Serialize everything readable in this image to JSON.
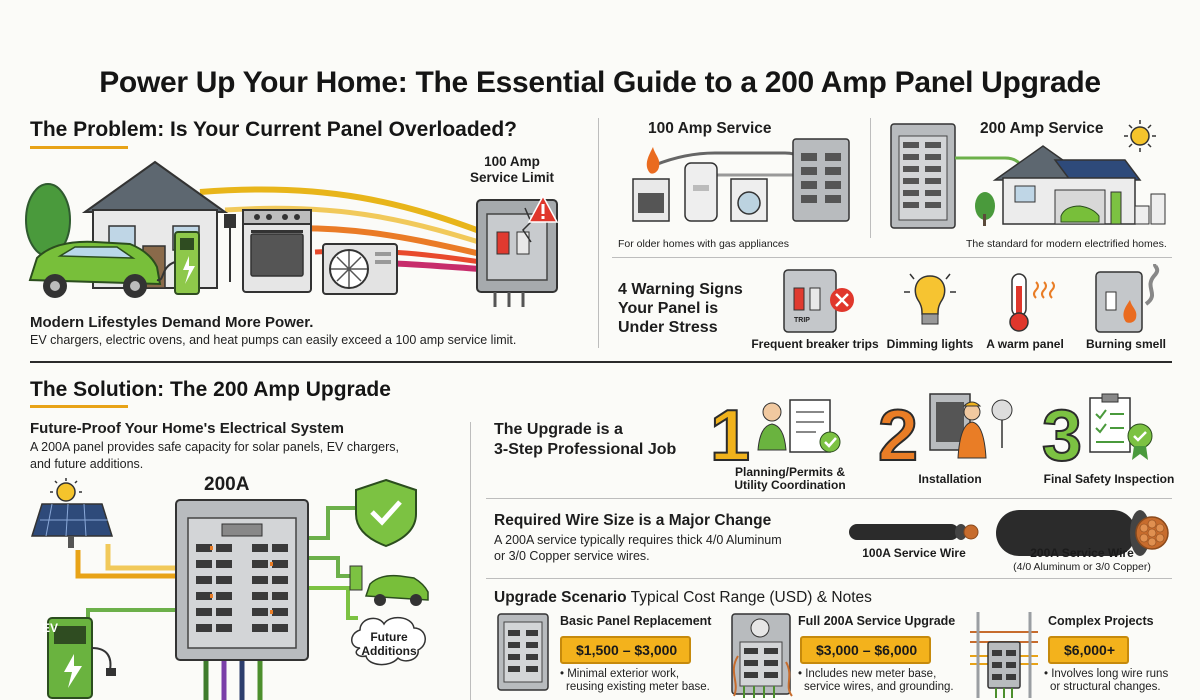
{
  "title": "Power Up Your Home: The Essential Guide to a 200 Amp Panel Upgrade",
  "problem": {
    "heading": "The Problem: Is Your Current Panel Overloaded?",
    "limit_label_line1": "100 Amp",
    "limit_label_line2": "Service Limit",
    "subheading": "Modern Lifestyles Demand More Power.",
    "body": "EV chargers, electric ovens, and heat pumps can easily exceed a 100 amp service limit."
  },
  "comparison": {
    "left_title": "100 Amp Service",
    "left_caption": "For older homes with gas appliances",
    "right_title": "200 Amp Service",
    "right_caption": "The standard for modern electrified homes."
  },
  "warnings": {
    "heading_line1": "4 Warning Signs",
    "heading_line2": "Your Panel is",
    "heading_line3": "Under Stress",
    "items": [
      {
        "label": "Frequent breaker trips",
        "icon": "tripped-breaker-icon"
      },
      {
        "label": "Dimming lights",
        "icon": "lightbulb-icon"
      },
      {
        "label": "A warm panel",
        "icon": "thermometer-icon"
      },
      {
        "label": "Burning smell",
        "icon": "burning-outlet-icon"
      }
    ],
    "breaker_text": "TRIP"
  },
  "solution": {
    "heading": "The Solution: The 200 Amp Upgrade",
    "subheading": "Future-Proof Your Home's Electrical System",
    "body_line1": "A 200A panel provides safe capacity for solar panels, EV chargers,",
    "body_line2": "and future additions.",
    "panel_label": "200A",
    "future_line1": "Future",
    "future_line2": "Additions",
    "ev_label": "EV"
  },
  "steps": {
    "heading_line1": "The Upgrade is a",
    "heading_line2": "3-Step Professional Job",
    "items": [
      {
        "num": "1",
        "label_line1": "Planning/Permits &",
        "label_line2": "Utility Coordination"
      },
      {
        "num": "2",
        "label_line1": "Installation",
        "label_line2": ""
      },
      {
        "num": "3",
        "label_line1": "Final Safety Inspection",
        "label_line2": ""
      }
    ]
  },
  "wire": {
    "heading": "Required Wire Size is a Major Change",
    "body_line1": "A 200A service typically requires thick 4/0 Aluminum",
    "body_line2": "or 3/0 Copper service wires.",
    "small_label": "100A Service Wire",
    "big_label": "200A Service Wire",
    "big_note": "(4/0 Aluminum or 3/0 Copper)"
  },
  "costs": {
    "heading_bold": "Upgrade Scenario",
    "heading_rest": " Typical Cost Range (USD) & Notes",
    "items": [
      {
        "title": "Basic Panel Replacement",
        "price": "$1,500 – $3,000",
        "note_line1": "• Minimal exterior work,",
        "note_line2": "reusing existing meter base."
      },
      {
        "title": "Full 200A Service Upgrade",
        "price": "$3,000 – $6,000",
        "note_line1": "• Includes new meter base,",
        "note_line2": "service wires, and grounding."
      },
      {
        "title": "Complex Projects",
        "price": "$6,000+",
        "note_line1": "• Involves long wire runs",
        "note_line2": "or structural changes."
      }
    ]
  },
  "colors": {
    "accent": "#e8a317",
    "green": "#7cc242",
    "orange": "#e97d26",
    "red": "#d8372e",
    "gray_panel": "#9a9ea2"
  }
}
